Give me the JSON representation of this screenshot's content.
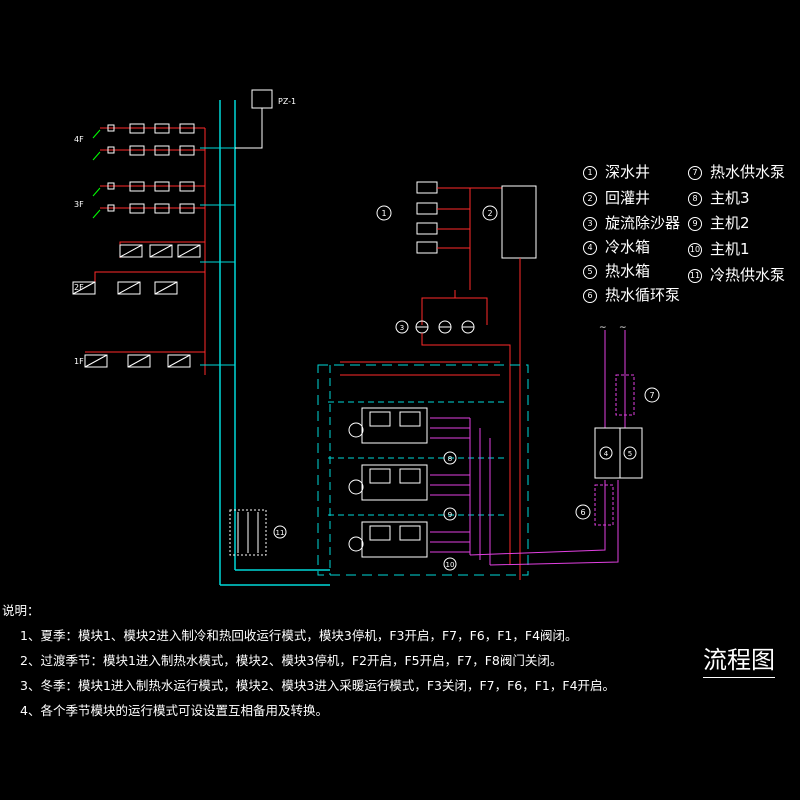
{
  "floors": {
    "f4": "4F",
    "f3": "3F",
    "f2": "2F",
    "f1": "1F"
  },
  "tank_label": "PZ-1",
  "legend": [
    {
      "num": "1",
      "label": "深水井"
    },
    {
      "num": "2",
      "label": "回灌井"
    },
    {
      "num": "3",
      "label": "旋流除沙器"
    },
    {
      "num": "4",
      "label": "冷水箱"
    },
    {
      "num": "5",
      "label": "热水箱"
    },
    {
      "num": "6",
      "label": "热水循环泵"
    },
    {
      "num": "7",
      "label": "热水供水泵"
    },
    {
      "num": "8",
      "label": "主机3"
    },
    {
      "num": "9",
      "label": "主机2"
    },
    {
      "num": "10",
      "label": "主机1"
    },
    {
      "num": "11",
      "label": "冷热供水泵"
    }
  ],
  "callouts": {
    "c1": "1",
    "c2": "2",
    "c3": "3",
    "c4": "4",
    "c5": "5",
    "c6": "6",
    "c7": "7",
    "c8": "8",
    "c9": "9",
    "c10": "10",
    "c11": "11"
  },
  "notes": {
    "title": "说明：",
    "items": [
      "1、夏季：模块1、模块2进入制冷和热回收运行模式，模块3停机，F3开启，F7，F6，F1，F4阀闭。",
      "2、过渡季节：模块1进入制热水模式，模块2、模块3停机，F2开启，F5开启，F7，F8阀门关闭。",
      "3、冬季：模块1进入制热水运行模式，模块2、模块3进入采暖运行模式，F3关闭，F7，F6，F1，F4开启。",
      "4、各个季节模块的运行模式可设设置互相备用及转换。"
    ]
  },
  "drawing_title": "流程图",
  "colors": {
    "background": "#000000",
    "red": "#ff2a2a",
    "cyan": "#00d8d8",
    "magenta": "#e040e0",
    "green": "#00ff00",
    "white": "#ffffff"
  }
}
